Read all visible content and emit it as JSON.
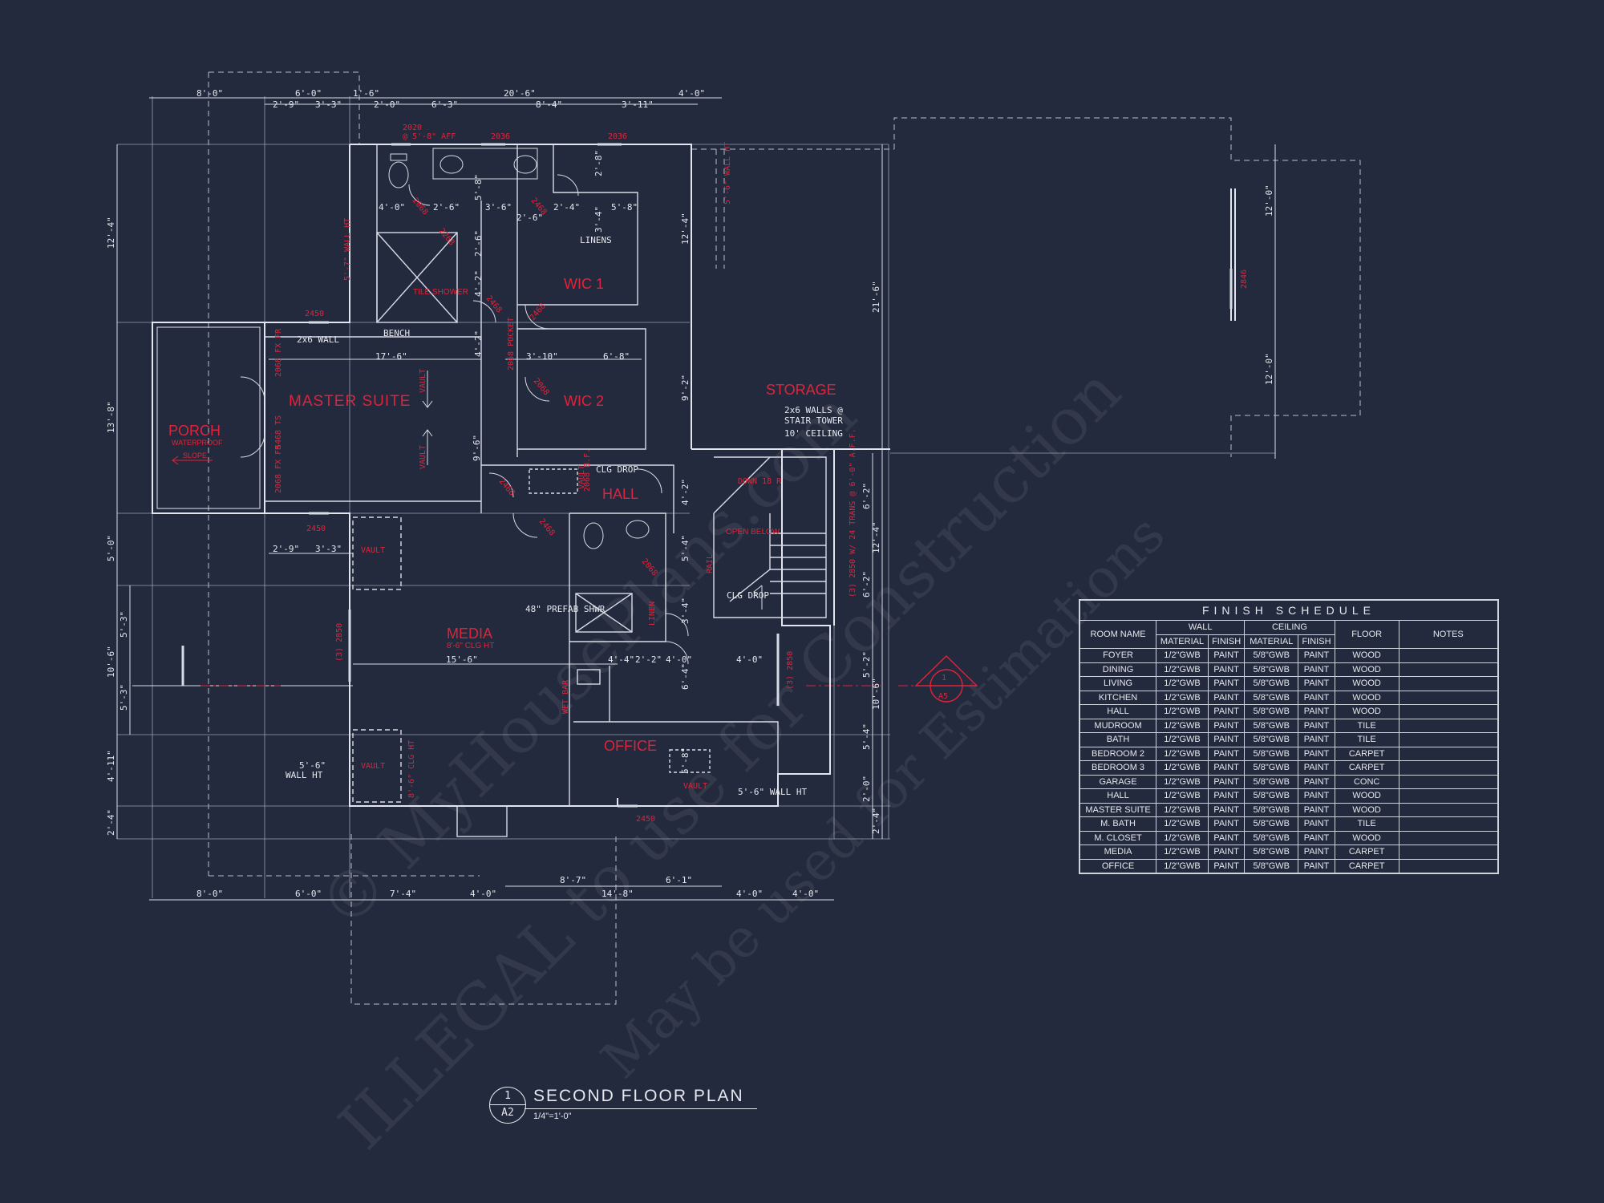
{
  "colors": {
    "background": "#242a3d",
    "lines": "#d8dce6",
    "labels": "#e0233a",
    "dashed": "#b9bfcc"
  },
  "watermark": {
    "line1": "© MyHousePlans.com",
    "line2": "ILLEGAL to use for Construction",
    "line3": "May be used for Estimations"
  },
  "top_dimensions_outer": [
    "8'-0\"",
    "6'-0\"",
    "1'-6\"",
    "20'-6\"",
    "4'-0\""
  ],
  "top_dimensions_inner": [
    "2'-9\"",
    "3'-3\"",
    "2'-0\"",
    "6'-3\"",
    "8'-4\"",
    "3'-11\""
  ],
  "bottom_dimensions_outer": [
    "8'-0\"",
    "6'-0\"",
    "7'-4\"",
    "4'-0\"",
    "14'-8\"",
    "4'-0\"",
    "4'-0\""
  ],
  "bottom_dimensions_inner": [
    "8'-7\"",
    "6'-1\""
  ],
  "left_dimensions_outer": [
    "12'-4\"",
    "13'-8\"",
    "5'-0\"",
    "10'-6\"",
    "4'-11\"",
    "2'-4\""
  ],
  "left_dimensions_inner": [
    "5'-3\"",
    "5'-3\""
  ],
  "right_dimensions_outer": [
    "21'-6\"",
    "12'-4\"",
    "10'-6\"",
    "2'-4\""
  ],
  "right_dimensions_inner": [
    "6'-2\"",
    "6'-2\"",
    "5'-2\"",
    "5'-4\"",
    "2'-0\""
  ],
  "interior_dimensions": [
    "4'-0\"",
    "2'-6\"",
    "3'-6\"",
    "2'-6\"",
    "2'-4\"",
    "5'-8\"",
    "5'-8\"",
    "2'-8\"",
    "3'-4\"",
    "2'-6\"",
    "4'-2\"",
    "4'-2\"",
    "17'-6\"",
    "3'-10\"",
    "6'-8\"",
    "12'-4\"",
    "9'-2\"",
    "9'-6\"",
    "4'-2\"",
    "5'-4\"",
    "2'-9\"",
    "3'-3\"",
    "15'-6\"",
    "4'-4\"",
    "2'-2\"",
    "4'-0\"",
    "4'-0\"",
    "6'-4\"",
    "5'-8\"",
    "3'-4\"",
    "12'-0\"",
    "12'-0\""
  ],
  "rooms": {
    "master_suite": "MASTER SUITE",
    "porch": "PORCH",
    "porch_note": "WATERPROOF",
    "porch_slope": "SLOPE",
    "wic1": "WIC 1",
    "wic2": "WIC 2",
    "storage": "STORAGE",
    "hall": "HALL",
    "media": "MEDIA",
    "media_note": "8'-6\" CLG HT",
    "office": "OFFICE",
    "tile_shower": "TILE SHOWER",
    "open_below": "OPEN BELOW"
  },
  "red_tags": {
    "w2020": "2020",
    "w2020_note": "@ 5'-8\" AFF",
    "w2036a": "2036",
    "w2036b": "2036",
    "w2450a": "2450",
    "w2450b": "2450",
    "w2450c": "2450",
    "w2068a": "2068 FX FR",
    "w2068b": "2068 FX FR",
    "w5468": "5468 TS",
    "d3050": "(3) 2850",
    "d3050b": "(3) 2850",
    "w2846": "2846",
    "d2068": "2068",
    "d2268": "2268",
    "d2468a": "2468",
    "d2468b": "2468",
    "d2468c": "2468",
    "d2068b": "2068",
    "d2468d": "2468",
    "d2468e": "2468",
    "d2068c": "2068",
    "vault1": "VAULT",
    "vault2": "VAULT",
    "vault3": "VAULT",
    "vault4": "VAULT",
    "vault5": "VAULT",
    "vault6": "VAULT",
    "wall_ht1": "5'-7\" WALL HT",
    "wall_ht2": "5'-6\" WALL HT",
    "clg_ht": "8'-6\" CLG HT",
    "wet_bar": "WET BAR",
    "rail": "RAIL",
    "linen": "LINEN",
    "down": "DOWN 18 R",
    "trans": "(3) 2850 W/ 24 TRANS @ 6'-0\" A.F.F.",
    "double_pocket": "2068 POCKET",
    "bf": "2068 B.F."
  },
  "white_notes": {
    "two_by_six": "2x6 WALL",
    "bench": "BENCH",
    "linens": "LINENS",
    "clg_drop1": "CLG DROP",
    "clg_drop2": "CLG DROP",
    "prefab_shwr": "48\" PREFAB SHWR",
    "stair_note1": "2x6 WALLS @",
    "stair_note2": "STAIR TOWER",
    "stair_note3": "10' CEILING",
    "wall_ht_white1": "5'-6\"",
    "wall_ht_white2": "WALL HT",
    "wall_ht_white3": "5'-6\" WALL HT"
  },
  "section_marker": {
    "top": "1",
    "bottom": "A5"
  },
  "plan_title": {
    "number": "1",
    "sheet": "A2",
    "title": "SECOND FLOOR PLAN",
    "scale": "1/4\"=1'-0\""
  },
  "finish_schedule": {
    "title": "FINISH SCHEDULE",
    "group_headers": [
      "ROOM NAME",
      "WALL",
      "CEILING",
      "FLOOR",
      "NOTES"
    ],
    "sub_headers": [
      "MATERIAL",
      "FINISH",
      "MATERIAL",
      "FINISH"
    ],
    "rows": [
      [
        "FOYER",
        "1/2\"GWB",
        "PAINT",
        "5/8\"GWB",
        "PAINT",
        "WOOD",
        ""
      ],
      [
        "DINING",
        "1/2\"GWB",
        "PAINT",
        "5/8\"GWB",
        "PAINT",
        "WOOD",
        ""
      ],
      [
        "LIVING",
        "1/2\"GWB",
        "PAINT",
        "5/8\"GWB",
        "PAINT",
        "WOOD",
        ""
      ],
      [
        "KITCHEN",
        "1/2\"GWB",
        "PAINT",
        "5/8\"GWB",
        "PAINT",
        "WOOD",
        ""
      ],
      [
        "HALL",
        "1/2\"GWB",
        "PAINT",
        "5/8\"GWB",
        "PAINT",
        "WOOD",
        ""
      ],
      [
        "MUDROOM",
        "1/2\"GWB",
        "PAINT",
        "5/8\"GWB",
        "PAINT",
        "TILE",
        ""
      ],
      [
        "BATH",
        "1/2\"GWB",
        "PAINT",
        "5/8\"GWB",
        "PAINT",
        "TILE",
        ""
      ],
      [
        "BEDROOM 2",
        "1/2\"GWB",
        "PAINT",
        "5/8\"GWB",
        "PAINT",
        "CARPET",
        ""
      ],
      [
        "BEDROOM 3",
        "1/2\"GWB",
        "PAINT",
        "5/8\"GWB",
        "PAINT",
        "CARPET",
        ""
      ],
      [
        "GARAGE",
        "1/2\"GWB",
        "PAINT",
        "5/8\"GWB",
        "PAINT",
        "CONC",
        ""
      ],
      [
        "HALL",
        "1/2\"GWB",
        "PAINT",
        "5/8\"GWB",
        "PAINT",
        "WOOD",
        ""
      ],
      [
        "MASTER SUITE",
        "1/2\"GWB",
        "PAINT",
        "5/8\"GWB",
        "PAINT",
        "WOOD",
        ""
      ],
      [
        "M. BATH",
        "1/2\"GWB",
        "PAINT",
        "5/8\"GWB",
        "PAINT",
        "TILE",
        ""
      ],
      [
        "M. CLOSET",
        "1/2\"GWB",
        "PAINT",
        "5/8\"GWB",
        "PAINT",
        "WOOD",
        ""
      ],
      [
        "MEDIA",
        "1/2\"GWB",
        "PAINT",
        "5/8\"GWB",
        "PAINT",
        "CARPET",
        ""
      ],
      [
        "OFFICE",
        "1/2\"GWB",
        "PAINT",
        "5/8\"GWB",
        "PAINT",
        "CARPET",
        ""
      ]
    ]
  }
}
